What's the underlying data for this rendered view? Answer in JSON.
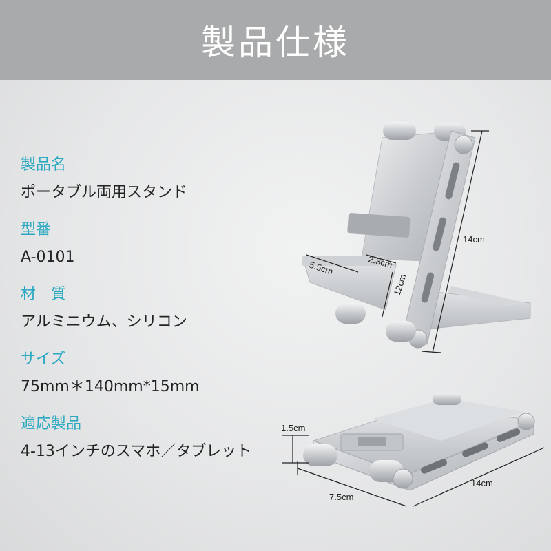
{
  "header": {
    "title": "製品仕様"
  },
  "specs": [
    {
      "label": "製品名",
      "value": "ポータブル両用スタンド"
    },
    {
      "label": "型番",
      "value": "A-0101"
    },
    {
      "label": "材　質",
      "value": "アルミニウム、シリコン"
    },
    {
      "label": "サイズ",
      "value": "75mm＊140mm*15mm"
    },
    {
      "label": "適応製品",
      "value": "4-13インチのスマホ／タブレット"
    }
  ],
  "dimensions": {
    "upper_height": "14cm",
    "upper_width": "5.5cm",
    "upper_lip": "2.3cm",
    "upper_arm": "12cm",
    "lower_thickness": "1.5cm",
    "lower_length": "14cm",
    "lower_width": "7.5cm"
  },
  "colors": {
    "accent": "#2aa9c0",
    "header_bg": "#a9aaab",
    "text": "#222222"
  }
}
